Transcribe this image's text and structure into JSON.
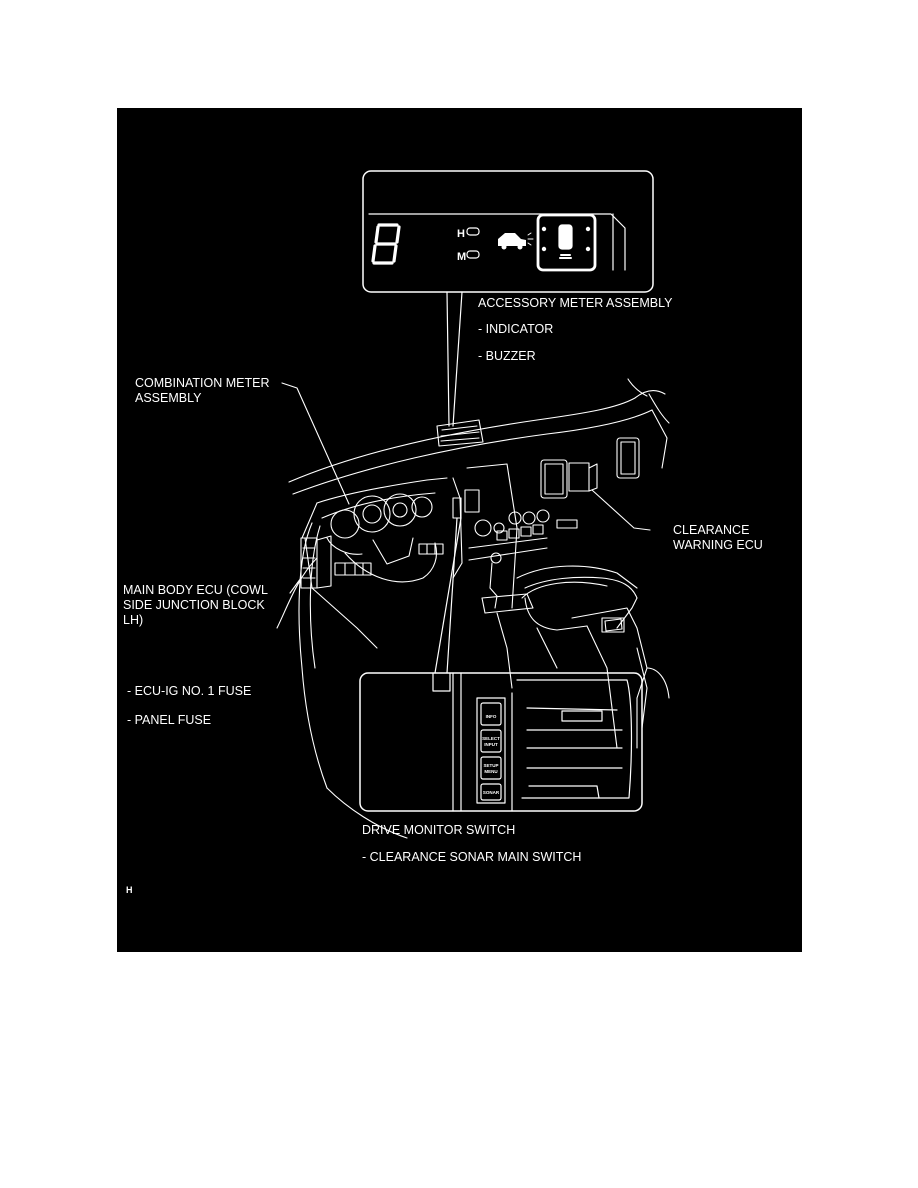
{
  "diagram": {
    "background": "#000000",
    "line_color": "#ffffff",
    "meter_display": {
      "digit": "8",
      "mode_h": "H",
      "mode_m": "M"
    },
    "switch_panel": {
      "buttons": [
        "INFO",
        "SELECT\nINPUT",
        "SETUP\nMENU",
        "SONAR"
      ]
    },
    "labels": {
      "accessory_meter": "ACCESSORY METER ASSEMBLY",
      "accessory_indicator": "- INDICATOR",
      "accessory_buzzer": "- BUZZER",
      "combination_meter_line1": "COMBINATION METER",
      "combination_meter_line2": "ASSEMBLY",
      "clearance_ecu_line1": "CLEARANCE",
      "clearance_ecu_line2": "WARNING ECU",
      "main_body_line1": "MAIN BODY ECU (COWL",
      "main_body_line2": "SIDE JUNCTION BLOCK",
      "main_body_line3": "LH)",
      "fuse_ecu_ig": "- ECU-IG NO. 1 FUSE",
      "fuse_panel": "- PANEL FUSE",
      "drive_monitor": "DRIVE MONITOR SWITCH",
      "sonar_main": "- CLEARANCE SONAR MAIN SWITCH",
      "corner_code": "H"
    }
  }
}
